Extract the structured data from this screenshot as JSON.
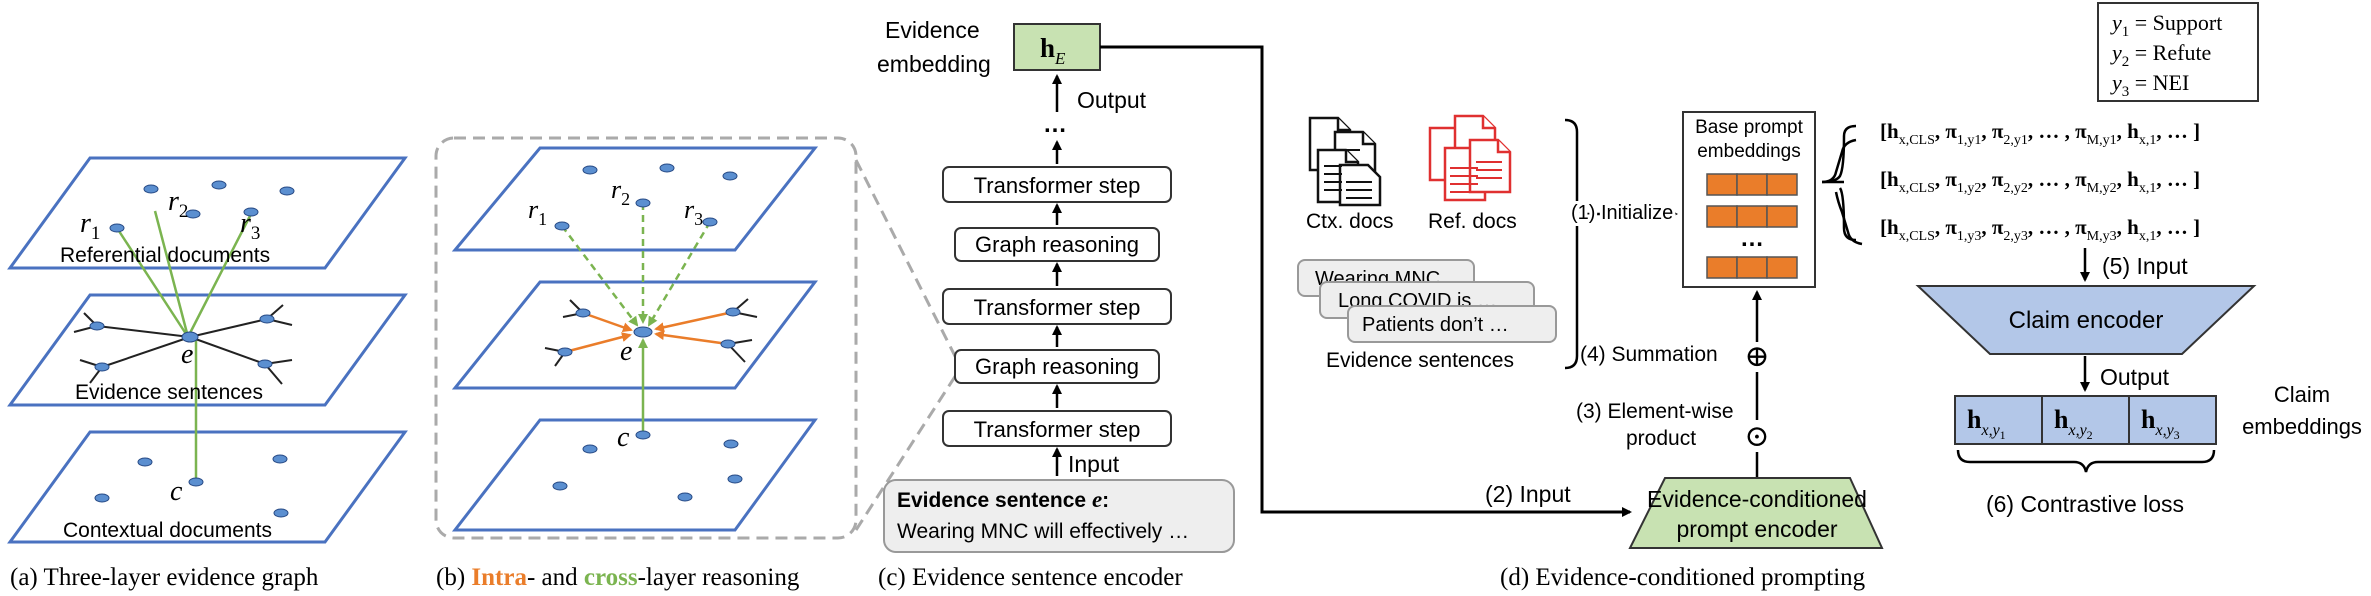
{
  "colors": {
    "plane_stroke": "#4a72c0",
    "node_fill": "#5b8fd0",
    "green_edge": "#7bb450",
    "orange_edge": "#ea7d2a",
    "evidence_box_fill": "#c8e2b2",
    "claim_encoder_fill": "#b3c7e8",
    "prompt_cell": "#ea7d2a",
    "ref_doc_red": "#e03030",
    "gray_box": "#eeeeee"
  },
  "panel_a": {
    "label_r1": "r",
    "label_r1_sub": "1",
    "label_r2": "r",
    "label_r2_sub": "2",
    "label_r3": "r",
    "label_r3_sub": "3",
    "label_e": "e",
    "label_c": "c",
    "layer_top": "Referential documents",
    "layer_mid": "Evidence sentences",
    "layer_bot": "Contextual documents",
    "caption": "(a) Three-layer evidence graph"
  },
  "panel_b": {
    "label_r1": "r",
    "label_r1_sub": "1",
    "label_r2": "r",
    "label_r2_sub": "2",
    "label_r3": "r",
    "label_r3_sub": "3",
    "label_e": "e",
    "label_c": "c",
    "caption_prefix": "(b) ",
    "caption_intra": "Intra",
    "caption_mid": "- and ",
    "caption_cross": "cross",
    "caption_suffix": "-layer reasoning"
  },
  "panel_c": {
    "evidence_embedding_line1": "Evidence",
    "evidence_embedding_line2": "embedding",
    "h_e": "h",
    "h_e_sub": "E",
    "output_label": "Output",
    "ellipsis": "…",
    "steps": [
      "Transformer step",
      "Graph reasoning",
      "Transformer step",
      "Graph reasoning",
      "Transformer step"
    ],
    "input_label": "Input",
    "sentence_title": "Evidence sentence ",
    "sentence_var": "e",
    "sentence_colon": ":",
    "sentence_text": "Wearing MNC will effectively …",
    "caption": "(c) Evidence sentence encoder"
  },
  "panel_d": {
    "ctx_docs": "Ctx. docs",
    "ref_docs": "Ref. docs",
    "sentences": [
      "Wearing MNC …",
      "Long COVID is …",
      "Patients don’t …"
    ],
    "evidence_sentences_label": "Evidence sentences",
    "initialize_label": "(1) Initialize",
    "base_prompt_line1": "Base prompt",
    "base_prompt_line2": "embeddings",
    "prompt_ellipsis": "…",
    "summation_label": "(4) Summation",
    "oplus": "⊕",
    "elementwise_line1": "(3) Element-wise",
    "elementwise_line2": "product",
    "odot": "⊙",
    "input2_label": "(2) Input",
    "encoder_line1": "Evidence-conditioned",
    "encoder_line2": "prompt encoder",
    "caption": "(d) Evidence-conditioned prompting"
  },
  "panel_e": {
    "legend": [
      {
        "var": "y",
        "sub": "1",
        "text": " = Support"
      },
      {
        "var": "y",
        "sub": "2",
        "text": " = Refute"
      },
      {
        "var": "y",
        "sub": "3",
        "text": " = NEI"
      }
    ],
    "sequences": [
      "[h_{x,CLS}, π_{1,y1}, π_{2,y1}, … , π_{M,y1}, h_{x,1}, … ]",
      "[h_{x,CLS}, π_{1,y2}, π_{2,y2}, … , π_{M,y2}, h_{x,1}, … ]",
      "[h_{x,CLS}, π_{1,y3}, π_{2,y3}, … , π_{M,y3}, h_{x,1}, … ]"
    ],
    "input5_label": "(5) Input",
    "claim_encoder": "Claim encoder",
    "output_label": "Output",
    "claim_cells": [
      {
        "h": "h",
        "sub": "x,y",
        "subsub": "1"
      },
      {
        "h": "h",
        "sub": "x,y",
        "subsub": "2"
      },
      {
        "h": "h",
        "sub": "x,y",
        "subsub": "3"
      }
    ],
    "claim_embeddings_line1": "Claim",
    "claim_embeddings_line2": "embeddings",
    "contrastive_label": "(6) Contrastive loss"
  }
}
